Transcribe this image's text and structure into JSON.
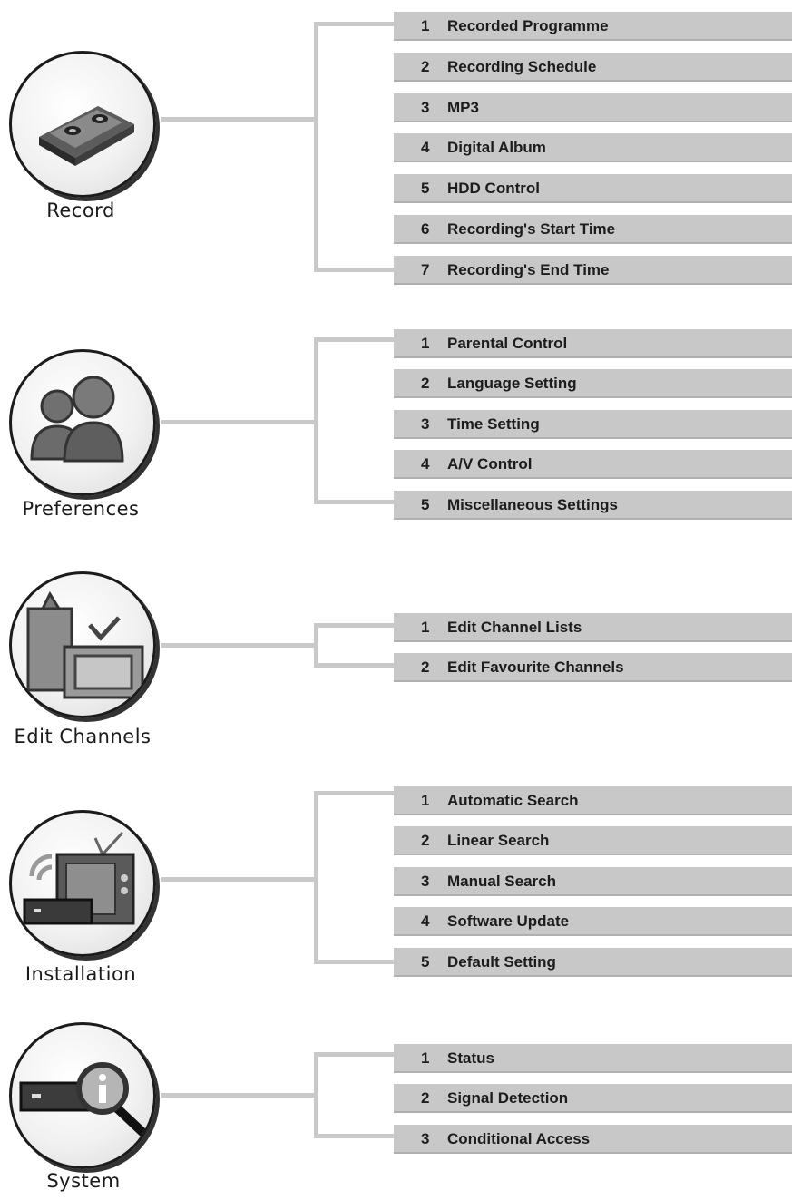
{
  "sections": [
    {
      "id": "record",
      "label": "Record",
      "icon": "cassette-icon",
      "items": [
        {
          "num": "1",
          "label": "Recorded Programme"
        },
        {
          "num": "2",
          "label": "Recording Schedule"
        },
        {
          "num": "3",
          "label": "MP3"
        },
        {
          "num": "4",
          "label": "Digital Album"
        },
        {
          "num": "5",
          "label": "HDD Control"
        },
        {
          "num": "6",
          "label": "Recording's Start Time"
        },
        {
          "num": "7",
          "label": "Recording's End Time"
        }
      ]
    },
    {
      "id": "preferences",
      "label": "Preferences",
      "icon": "users-icon",
      "items": [
        {
          "num": "1",
          "label": "Parental Control"
        },
        {
          "num": "2",
          "label": "Language Setting"
        },
        {
          "num": "3",
          "label": "Time Setting"
        },
        {
          "num": "4",
          "label": "A/V Control"
        },
        {
          "num": "5",
          "label": "Miscellaneous Settings"
        }
      ]
    },
    {
      "id": "edit-channels",
      "label": "Edit Channels",
      "icon": "clipboard-tv-icon",
      "items": [
        {
          "num": "1",
          "label": "Edit Channel Lists"
        },
        {
          "num": "2",
          "label": "Edit Favourite Channels"
        }
      ]
    },
    {
      "id": "installation",
      "label": "Installation",
      "icon": "tv-antenna-icon",
      "items": [
        {
          "num": "1",
          "label": "Automatic Search"
        },
        {
          "num": "2",
          "label": "Linear Search"
        },
        {
          "num": "3",
          "label": "Manual Search"
        },
        {
          "num": "4",
          "label": "Software Update"
        },
        {
          "num": "5",
          "label": "Default Setting"
        }
      ]
    },
    {
      "id": "system",
      "label": "System",
      "icon": "info-magnifier-icon",
      "items": [
        {
          "num": "1",
          "label": "Status"
        },
        {
          "num": "2",
          "label": "Signal Detection"
        },
        {
          "num": "3",
          "label": "Conditional Access"
        }
      ]
    }
  ]
}
